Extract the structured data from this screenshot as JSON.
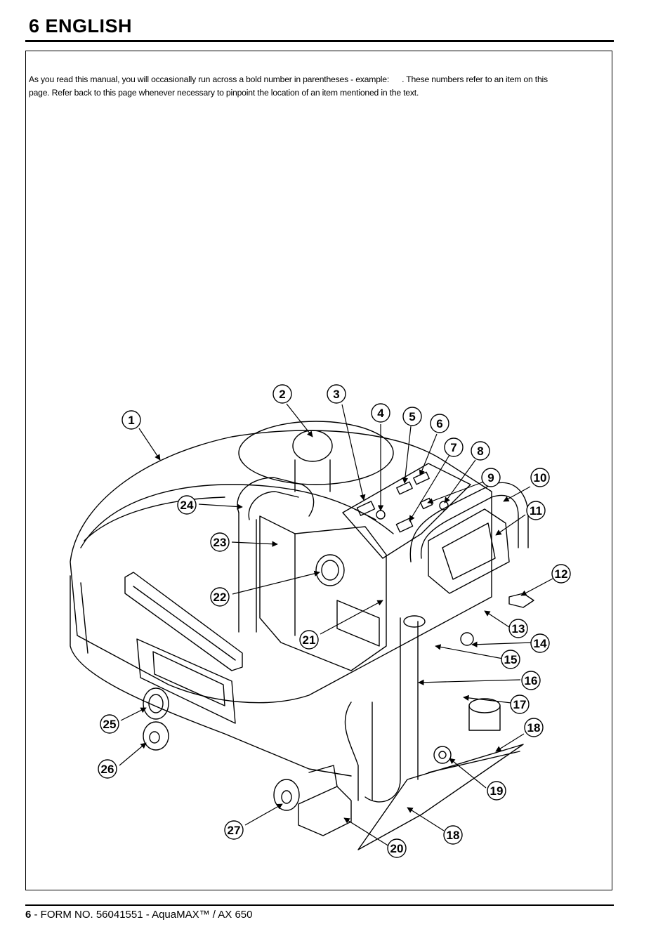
{
  "header": {
    "title": "6  ENGLISH"
  },
  "intro": {
    "line1_before": "As you read this manual, you will occasionally run across a bold number in parentheses - example:",
    "line1_after": ".  These numbers refer to an item on this",
    "line2": "page.  Refer back to this page whenever necessary to pinpoint the location of an item mentioned in the text."
  },
  "callouts": [
    {
      "label": "1"
    },
    {
      "label": "2"
    },
    {
      "label": "3"
    },
    {
      "label": "4"
    },
    {
      "label": "5"
    },
    {
      "label": "6"
    },
    {
      "label": "7"
    },
    {
      "label": "8"
    },
    {
      "label": "9"
    },
    {
      "label": "10"
    },
    {
      "label": "11"
    },
    {
      "label": "12"
    },
    {
      "label": "13"
    },
    {
      "label": "14"
    },
    {
      "label": "15"
    },
    {
      "label": "16"
    },
    {
      "label": "17"
    },
    {
      "label": "18"
    },
    {
      "label": "18"
    },
    {
      "label": "19"
    },
    {
      "label": "20"
    },
    {
      "label": "21"
    },
    {
      "label": "22"
    },
    {
      "label": "23"
    },
    {
      "label": "24"
    },
    {
      "label": "25"
    },
    {
      "label": "26"
    },
    {
      "label": "27"
    }
  ],
  "footer": {
    "page_number": "6",
    "text": " - FORM NO. 56041551 - AquaMAX™ / AX 650"
  }
}
